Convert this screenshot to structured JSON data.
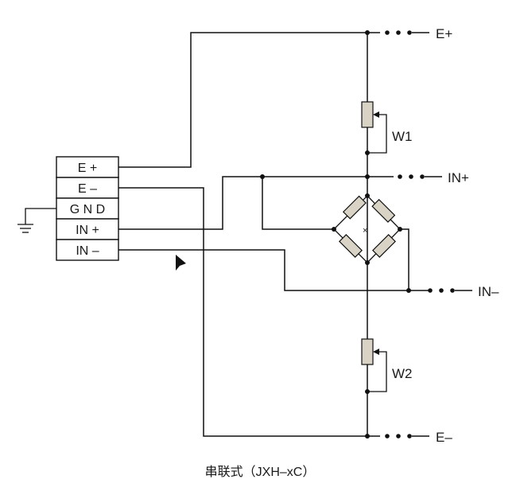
{
  "terminal_block": {
    "rows": [
      "E +",
      "E –",
      "G N D",
      "IN +",
      "IN –"
    ]
  },
  "labels": {
    "e_plus": "E+",
    "in_plus": "IN+",
    "in_minus": "IN–",
    "e_minus": "E–",
    "w1": "W1",
    "w2": "W2",
    "bridge_center": "×"
  },
  "caption": "串联式（JXH–xC）",
  "icons": [
    "ground-icon",
    "cursor-arrow-icon",
    "potentiometer-icon",
    "resistor-icon"
  ]
}
